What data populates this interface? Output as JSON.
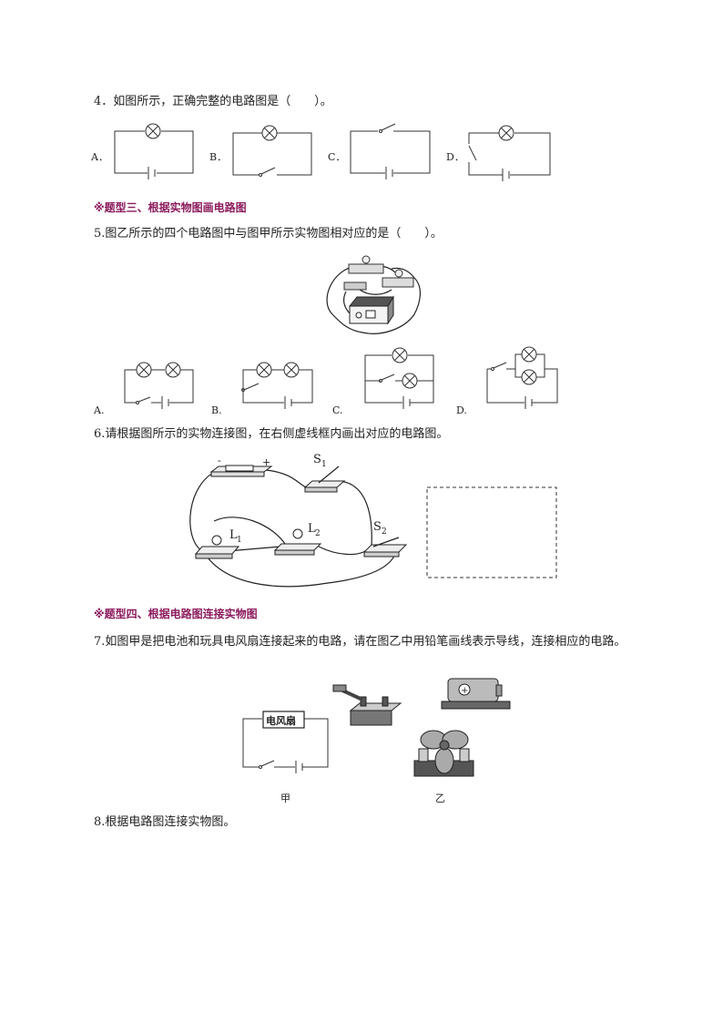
{
  "q4": {
    "text": "4．如图所示，正确完整的电路图是（　　）。",
    "options": [
      "A．",
      "B．",
      "C．",
      "D．"
    ]
  },
  "section3": "※题型三、根据实物图画电路图",
  "q5": {
    "text": "5.图乙所示的四个电路图中与图甲所示实物图相对应的是（　　）。",
    "options": [
      "A.",
      "B.",
      "C.",
      "D."
    ]
  },
  "q6": {
    "text": "6.请根据图所示的实物连接图，在右侧虚线框内画出对应的电路图。",
    "labels": {
      "minus": "-",
      "plus": "+",
      "s1_main": "S",
      "s1_sub": "1",
      "s2_main": "S",
      "s2_sub": "2",
      "l1_main": "L",
      "l1_sub": "1",
      "l2_main": "L",
      "l2_sub": "2"
    }
  },
  "section4": "※题型四、根据电路图连接实物图",
  "q7": {
    "text": "7.如图甲是把电池和玩具电风扇连接起来的电路，请在图乙中用铅笔画线表示导线，连接相应的电路。",
    "fan_label": "电风扇",
    "caption_left": "甲",
    "caption_right": "乙"
  },
  "q8": {
    "text": "8.根据电路图连接实物图。"
  },
  "colors": {
    "section": "#8b1a5c"
  }
}
